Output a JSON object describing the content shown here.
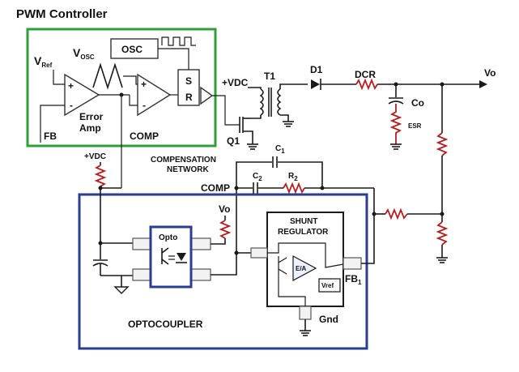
{
  "pwm": {
    "title": "PWM Controller",
    "vref_main": "V",
    "vref_sub": "Ref",
    "vosc_main": "V",
    "vosc_sub": "OSC",
    "osc": "OSC",
    "latch_s": "S",
    "latch_r": "R",
    "error_amp_1": "Error",
    "error_amp_2": "Amp",
    "fb": "FB",
    "comp": "COMP",
    "plus": "+",
    "minus": "-",
    "border_color": "#2f9e3a"
  },
  "power": {
    "vdc": "+VDC",
    "t1": "T1",
    "d1": "D1",
    "dcr": "DCR",
    "vo": "Vo",
    "co": "Co",
    "esr": "ESR",
    "q1": "Q1"
  },
  "compensation": {
    "title_1": "COMPENSATION",
    "title_2": "NETWORK",
    "c1": "C",
    "c1_sub": "1",
    "c2": "C",
    "c2_sub": "2",
    "r2": "R",
    "r2_sub": "2",
    "comp": "COMP"
  },
  "feedback": {
    "vdc": "+VDC",
    "opto": "Opto",
    "vo": "Vo",
    "optocoupler": "OPTOCOUPLER",
    "shunt_1": "SHUNT",
    "shunt_2": "REGULATOR",
    "ea": "E/A",
    "vref": "Vref",
    "fb": "FB",
    "fb_sub": "1",
    "gnd": "Gnd",
    "border_color": "#2b3d8f"
  },
  "colors": {
    "resistor": "#b02020",
    "wire": "#1a1a1a"
  }
}
